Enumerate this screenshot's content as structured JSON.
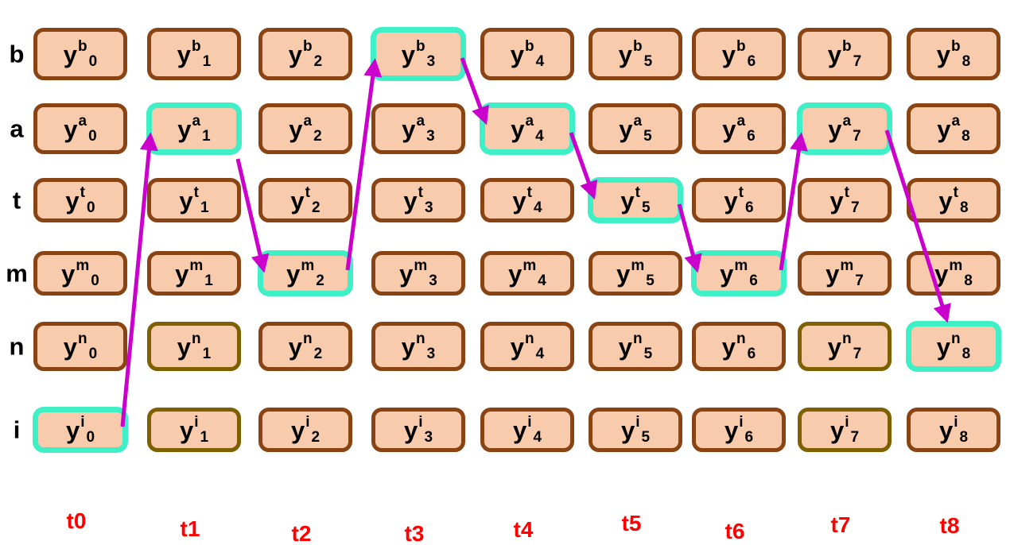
{
  "diagram": {
    "cell_base": "y",
    "row_labels": [
      "b",
      "a",
      "t",
      "m",
      "n",
      "i"
    ],
    "time_labels": [
      "t0",
      "t1",
      "t2",
      "t3",
      "t4",
      "t5",
      "t6",
      "t7",
      "t8"
    ],
    "rows": [
      {
        "label": "b",
        "cells": [
          {
            "sup": "b",
            "sub": "0",
            "state": "default"
          },
          {
            "sup": "b",
            "sub": "1",
            "state": "default"
          },
          {
            "sup": "b",
            "sub": "2",
            "state": "default"
          },
          {
            "sup": "b",
            "sub": "3",
            "state": "path"
          },
          {
            "sup": "b",
            "sub": "4",
            "state": "default"
          },
          {
            "sup": "b",
            "sub": "5",
            "state": "default"
          },
          {
            "sup": "b",
            "sub": "6",
            "state": "default"
          },
          {
            "sup": "b",
            "sub": "7",
            "state": "default"
          },
          {
            "sup": "b",
            "sub": "8",
            "state": "default"
          }
        ]
      },
      {
        "label": "a",
        "cells": [
          {
            "sup": "a",
            "sub": "0",
            "state": "default"
          },
          {
            "sup": "a",
            "sub": "1",
            "state": "path"
          },
          {
            "sup": "a",
            "sub": "2",
            "state": "default"
          },
          {
            "sup": "a",
            "sub": "3",
            "state": "default"
          },
          {
            "sup": "a",
            "sub": "4",
            "state": "path"
          },
          {
            "sup": "a",
            "sub": "5",
            "state": "default"
          },
          {
            "sup": "a",
            "sub": "6",
            "state": "default"
          },
          {
            "sup": "a",
            "sub": "7",
            "state": "path"
          },
          {
            "sup": "a",
            "sub": "8",
            "state": "default"
          }
        ]
      },
      {
        "label": "t",
        "cells": [
          {
            "sup": "t",
            "sub": "0",
            "state": "default"
          },
          {
            "sup": "t",
            "sub": "1",
            "state": "default"
          },
          {
            "sup": "t",
            "sub": "2",
            "state": "default"
          },
          {
            "sup": "t",
            "sub": "3",
            "state": "default"
          },
          {
            "sup": "t",
            "sub": "4",
            "state": "default"
          },
          {
            "sup": "t",
            "sub": "5",
            "state": "path"
          },
          {
            "sup": "t",
            "sub": "6",
            "state": "default"
          },
          {
            "sup": "t",
            "sub": "7",
            "state": "default"
          },
          {
            "sup": "t",
            "sub": "8",
            "state": "default"
          }
        ]
      },
      {
        "label": "m",
        "cells": [
          {
            "sup": "m",
            "sub": "0",
            "state": "default"
          },
          {
            "sup": "m",
            "sub": "1",
            "state": "default"
          },
          {
            "sup": "m",
            "sub": "2",
            "state": "path"
          },
          {
            "sup": "m",
            "sub": "3",
            "state": "default"
          },
          {
            "sup": "m",
            "sub": "4",
            "state": "default"
          },
          {
            "sup": "m",
            "sub": "5",
            "state": "default"
          },
          {
            "sup": "m",
            "sub": "6",
            "state": "path"
          },
          {
            "sup": "m",
            "sub": "7",
            "state": "default"
          },
          {
            "sup": "m",
            "sub": "8",
            "state": "default"
          }
        ]
      },
      {
        "label": "n",
        "cells": [
          {
            "sup": "n",
            "sub": "0",
            "state": "default"
          },
          {
            "sup": "n",
            "sub": "1",
            "state": "candidate"
          },
          {
            "sup": "n",
            "sub": "2",
            "state": "default"
          },
          {
            "sup": "n",
            "sub": "3",
            "state": "default"
          },
          {
            "sup": "n",
            "sub": "4",
            "state": "default"
          },
          {
            "sup": "n",
            "sub": "5",
            "state": "default"
          },
          {
            "sup": "n",
            "sub": "6",
            "state": "default"
          },
          {
            "sup": "n",
            "sub": "7",
            "state": "candidate"
          },
          {
            "sup": "n",
            "sub": "8",
            "state": "path"
          }
        ]
      },
      {
        "label": "i",
        "cells": [
          {
            "sup": "i",
            "sub": "0",
            "state": "path"
          },
          {
            "sup": "i",
            "sub": "1",
            "state": "candidate"
          },
          {
            "sup": "i",
            "sub": "2",
            "state": "default"
          },
          {
            "sup": "i",
            "sub": "3",
            "state": "default"
          },
          {
            "sup": "i",
            "sub": "4",
            "state": "default"
          },
          {
            "sup": "i",
            "sub": "5",
            "state": "default"
          },
          {
            "sup": "i",
            "sub": "6",
            "state": "default"
          },
          {
            "sup": "i",
            "sub": "7",
            "state": "candidate"
          },
          {
            "sup": "i",
            "sub": "8",
            "state": "default"
          }
        ]
      },
      {
        "_comment": ""
      }
    ],
    "path_sequence": [
      {
        "row": "i",
        "col": 0
      },
      {
        "row": "a",
        "col": 1
      },
      {
        "row": "m",
        "col": 2
      },
      {
        "row": "b",
        "col": 3
      },
      {
        "row": "a",
        "col": 4
      },
      {
        "row": "t",
        "col": 5
      },
      {
        "row": "m",
        "col": 6
      },
      {
        "row": "a",
        "col": 7
      },
      {
        "row": "n",
        "col": 8
      }
    ],
    "colors": {
      "box_fill": "#F8CBAD",
      "default_border": "#8A4413",
      "candidate_border": "#7F6000",
      "path_border": "#3FEFC6",
      "arrow": "#CC00CC",
      "time_label": "#FF0000",
      "row_label": "#000000"
    }
  }
}
